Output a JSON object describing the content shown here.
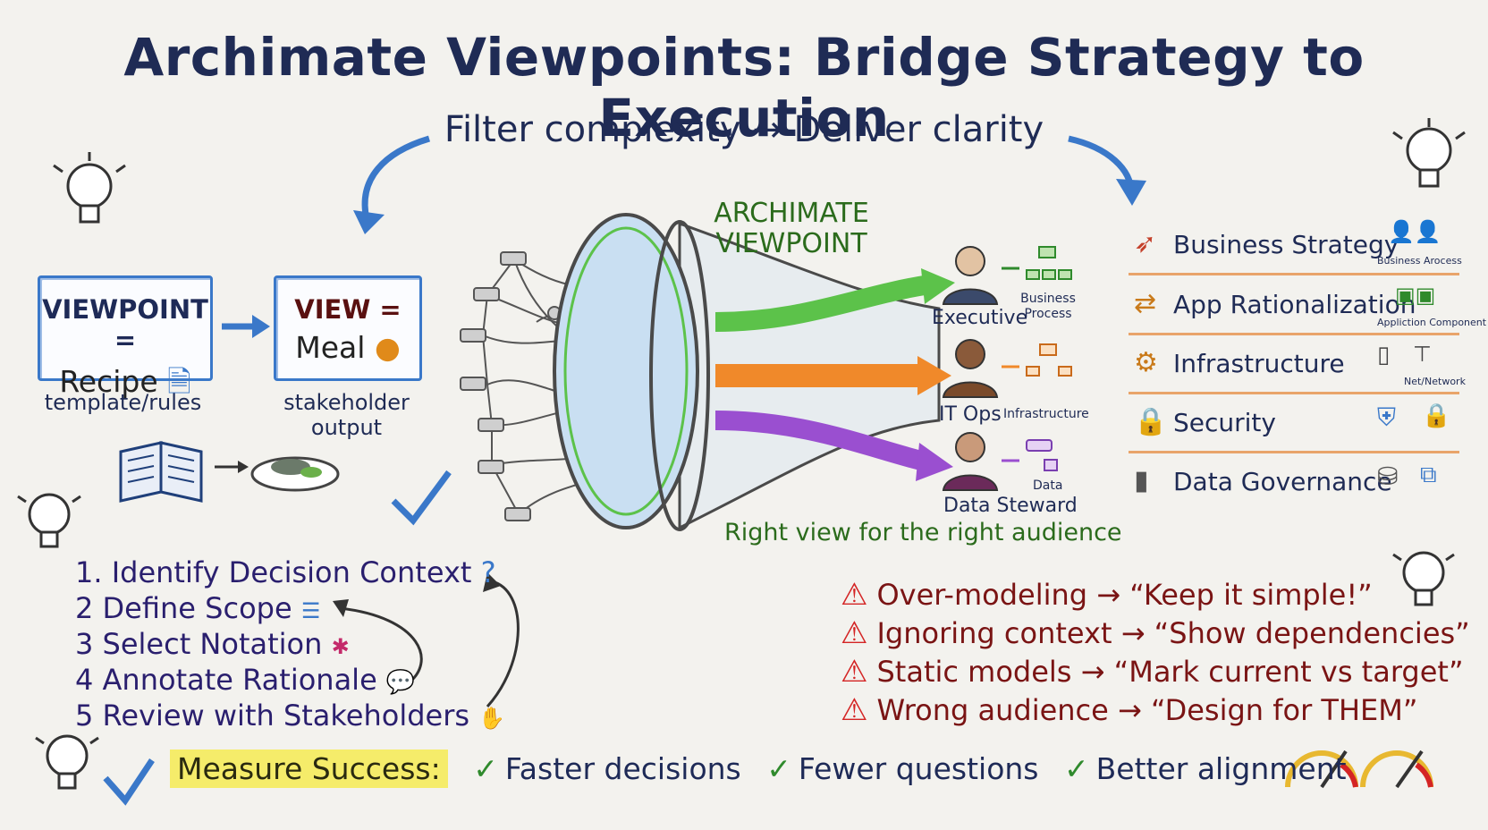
{
  "title": "Archimate Viewpoints: Bridge Strategy to Execution",
  "subtitle": "Filter complexity → Deliver clarity",
  "analogy": {
    "viewpoint_l1": "VIEWPOINT =",
    "viewpoint_l2": "Recipe",
    "viewpoint_caption": "template/rules",
    "view_l1": "VIEW =",
    "view_l2": "Meal",
    "view_caption_1": "stakeholder",
    "view_caption_2": "output"
  },
  "funnel": {
    "label_1": "ARCHIMATE",
    "label_2": "VIEWPOINT",
    "tagline": "Right view for the right audience"
  },
  "audiences": [
    {
      "name": "Executive",
      "artifact": "Business",
      "artifact2": "Process",
      "color": "#5cc24a"
    },
    {
      "name": "IT Ops",
      "artifact": "Infrastructure",
      "artifact2": "",
      "color": "#f0892a"
    },
    {
      "name": "Data Steward",
      "artifact": "Data",
      "artifact2": "",
      "color": "#9a4fd0"
    }
  ],
  "categories": [
    {
      "label": "Business Strategy",
      "tag": "Business Arocess"
    },
    {
      "label": "App Rationalization",
      "tag": "Appliction Component"
    },
    {
      "label": "Infrastructure",
      "tag": "Net/Network"
    },
    {
      "label": "Security",
      "tag": ""
    },
    {
      "label": "Data Governance",
      "tag": ""
    }
  ],
  "steps": [
    "1. Identify Decision Context",
    "2  Define Scope",
    "3  Select Notation",
    "4  Annotate Rationale",
    "5  Review with Stakeholders"
  ],
  "pitfalls": [
    "Over-modeling → “Keep it simple!”",
    "Ignoring context → “Show dependencies”",
    "Static models → “Mark current vs target”",
    "Wrong audience → “Design for THEM”"
  ],
  "measure": {
    "label": "Measure Success:",
    "items": [
      "Faster decisions",
      "Fewer questions",
      "Better alignment"
    ]
  },
  "colors": {
    "ink": "#1f2b55",
    "blue": "#3a78c9",
    "green": "#5cc24a",
    "orange": "#f0892a",
    "purple": "#9a4fd0",
    "warning": "#d42424"
  }
}
